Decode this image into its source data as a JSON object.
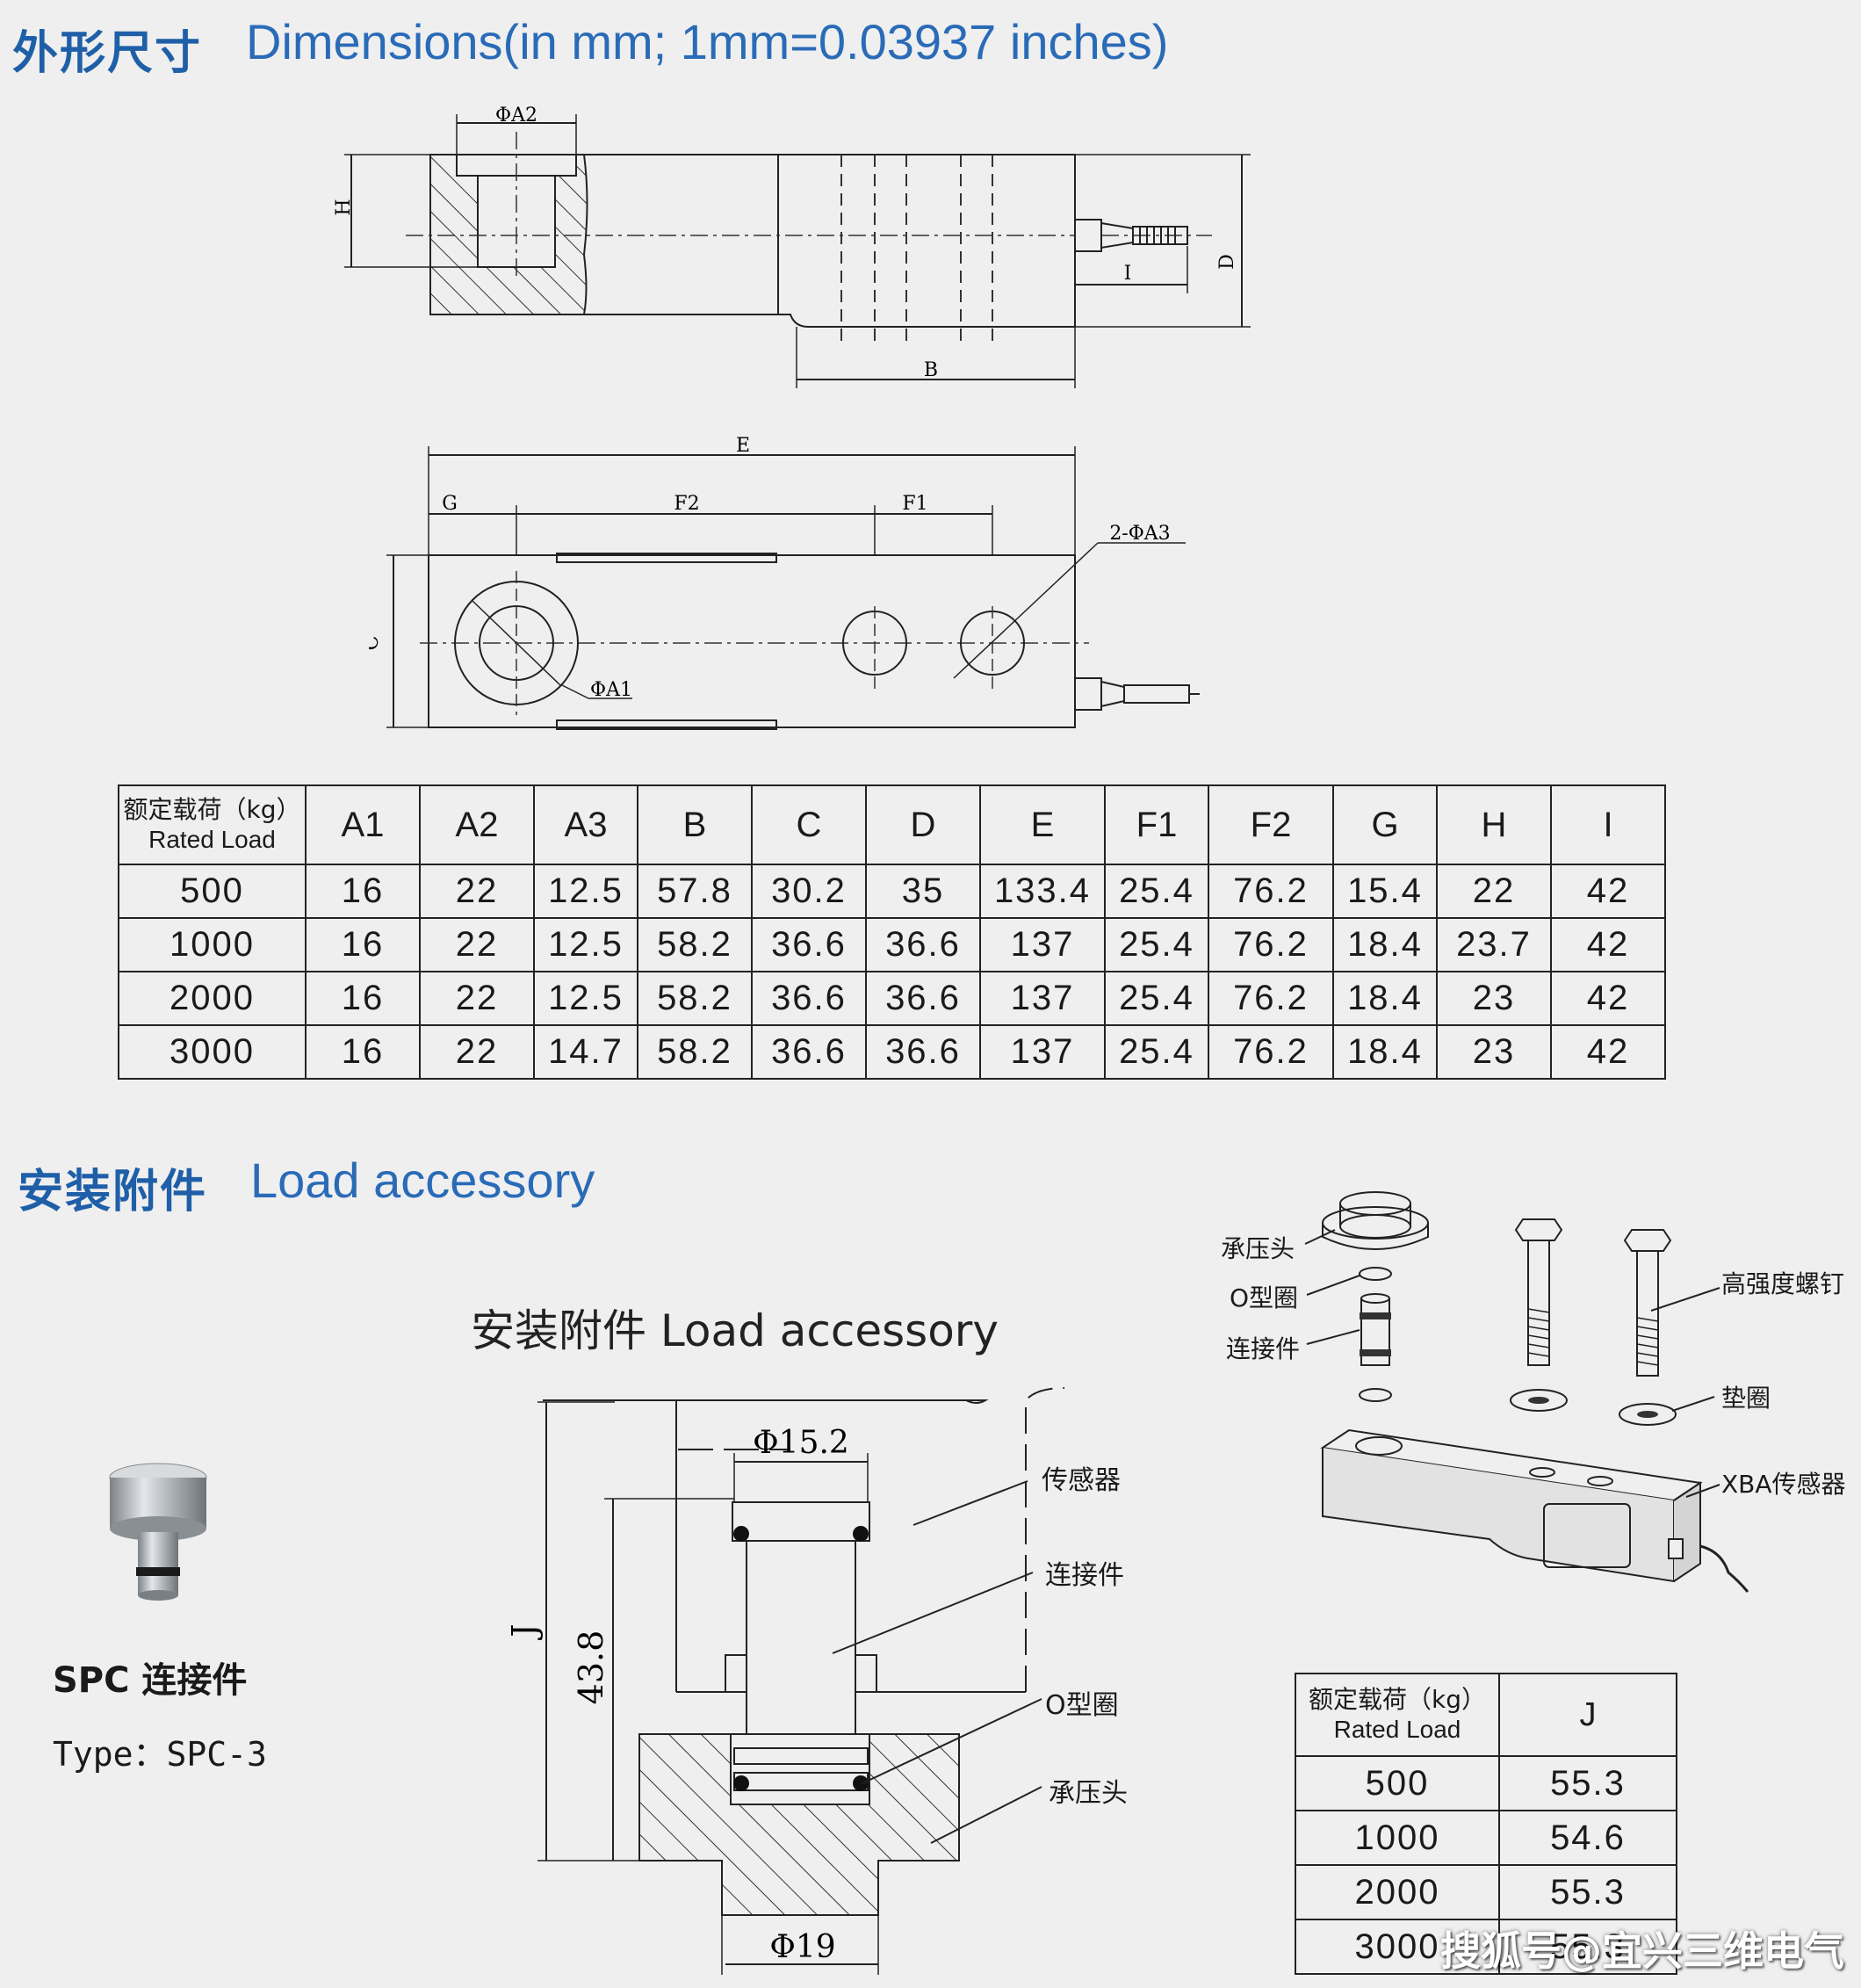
{
  "section1": {
    "title_cn": "外形尺寸",
    "title_en": "Dimensions(in mm; 1mm=0.03937 inches)"
  },
  "drawing_labels": {
    "phiA2": "ΦA2",
    "H": "H",
    "D": "D",
    "I": "I",
    "B": "B",
    "E": "E",
    "G": "G",
    "F2": "F2",
    "F1": "F1",
    "C": "C",
    "phiA1": "ΦA1",
    "phiA3": "2-ΦA3"
  },
  "dims_table": {
    "header_cn": "额定载荷（kg）",
    "header_en": "Rated Load",
    "columns": [
      "A1",
      "A2",
      "A3",
      "B",
      "C",
      "D",
      "E",
      "F1",
      "F2",
      "G",
      "H",
      "I"
    ],
    "rows": [
      [
        "500",
        "16",
        "22",
        "12.5",
        "57.8",
        "30.2",
        "35",
        "133.4",
        "25.4",
        "76.2",
        "15.4",
        "22",
        "42"
      ],
      [
        "1000",
        "16",
        "22",
        "12.5",
        "58.2",
        "36.6",
        "36.6",
        "137",
        "25.4",
        "76.2",
        "18.4",
        "23.7",
        "42"
      ],
      [
        "2000",
        "16",
        "22",
        "12.5",
        "58.2",
        "36.6",
        "36.6",
        "137",
        "25.4",
        "76.2",
        "18.4",
        "23",
        "42"
      ],
      [
        "3000",
        "16",
        "22",
        "14.7",
        "58.2",
        "36.6",
        "36.6",
        "137",
        "25.4",
        "76.2",
        "18.4",
        "23",
        "42"
      ]
    ]
  },
  "section2": {
    "title_cn": "安装附件",
    "title_en": "Load accessory"
  },
  "spc": {
    "title": "SPC 连接件",
    "type": "Type：SPC-3"
  },
  "accessory_drawing": {
    "caption": "安装附件 Load accessory",
    "phi_top": "Φ15.2",
    "phi_bottom": "Φ19",
    "dim_43": "43.8",
    "dim_J": "J",
    "label_sensor": "传感器",
    "label_connector": "连接件",
    "label_oring": "O型圈",
    "label_head": "承压头"
  },
  "exploded": {
    "label_head": "承压头",
    "label_oring": "O型圈",
    "label_connector": "连接件",
    "label_bolt": "高强度螺钉",
    "label_washer": "垫圈",
    "label_sensor": "XBA传感器"
  },
  "j_table": {
    "header_cn": "额定载荷（kg）",
    "header_en": "Rated Load",
    "col": "J",
    "rows": [
      [
        "500",
        "55.3"
      ],
      [
        "1000",
        "54.6"
      ],
      [
        "2000",
        "55.3"
      ],
      [
        "3000",
        "55.3"
      ]
    ]
  },
  "watermark": "搜狐号@宜兴三维电气"
}
